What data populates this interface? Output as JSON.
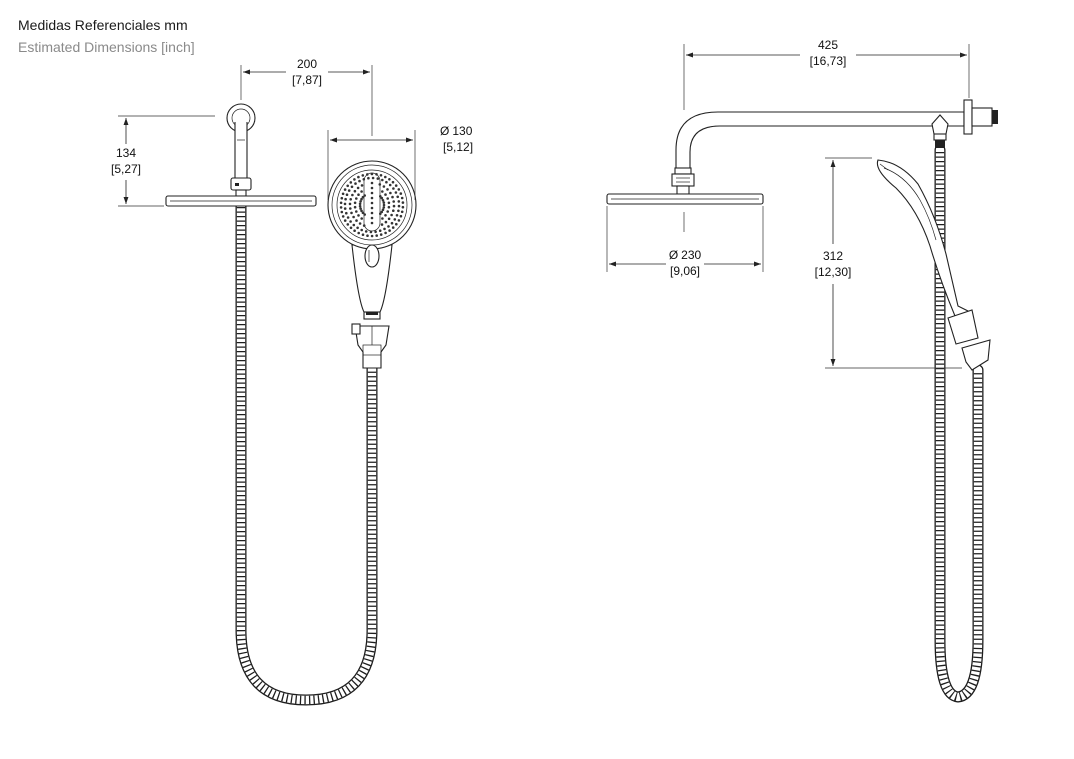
{
  "header": {
    "units_mm": "Medidas Referenciales mm",
    "units_inch": "Estimated Dimensions [inch]"
  },
  "dimensions": {
    "front_width": {
      "mm": "200",
      "inch": "[7,87]"
    },
    "front_height": {
      "mm": "134",
      "inch": "[5,27]"
    },
    "handshower_diameter": {
      "symbol": "Ø",
      "mm": "130",
      "inch": "[5,12]"
    },
    "arm_length": {
      "mm": "425",
      "inch": "[16,73]"
    },
    "rainhead_diameter": {
      "symbol": "Ø",
      "mm": "230",
      "inch": "[9,06]"
    },
    "handshower_height": {
      "mm": "312",
      "inch": "[12,30]"
    }
  }
}
